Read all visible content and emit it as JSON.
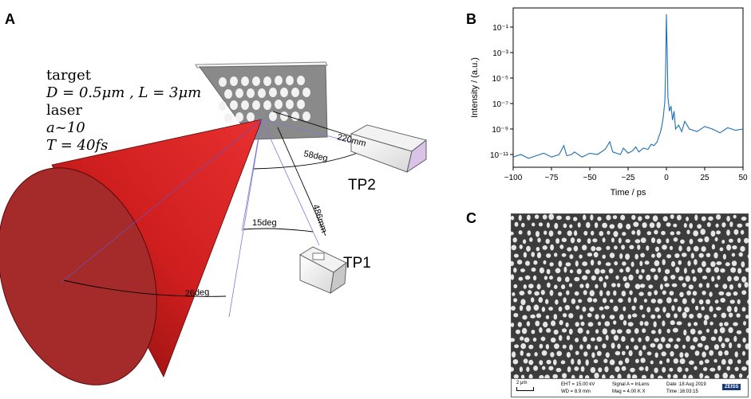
{
  "panels": {
    "a": "A",
    "b": "B",
    "c": "C"
  },
  "params": {
    "target": "target",
    "dim_line": "D = 0.5μm , L = 3μm",
    "laser": "laser",
    "a0_line": "a~10",
    "t_line": "T = 40fs"
  },
  "diagram": {
    "tp1": "TP1",
    "tp2": "TP2",
    "d220": "220mm",
    "d58": "58deg",
    "d486": "486mm",
    "d15": "15deg",
    "d26": "26deg"
  },
  "chart_data": {
    "type": "line",
    "xlabel": "Time / ps",
    "ylabel": "Intensity / (a.u.)",
    "xlim": [
      -100,
      50
    ],
    "ylim_log10": [
      -12,
      0.5
    ],
    "yscale": "log",
    "xticks": [
      -100,
      -75,
      -50,
      -25,
      0,
      25,
      50
    ],
    "xtick_labels": [
      "−100",
      "−75",
      "−50",
      "−25",
      "0",
      "25",
      "50"
    ],
    "yticks_log10": [
      -11,
      -9,
      -7,
      -5,
      -3,
      -1
    ],
    "ytick_labels": [
      "10⁻¹¹",
      "10⁻⁹",
      "10⁻⁷",
      "10⁻⁵",
      "10⁻³",
      "10⁻¹"
    ],
    "series_color": "#1f6fb2",
    "series": [
      {
        "x": [
          -100,
          -95,
          -90,
          -85,
          -80,
          -75,
          -70,
          -67,
          -65,
          -62,
          -60,
          -55,
          -50,
          -45,
          -40,
          -37,
          -35,
          -30,
          -28,
          -25,
          -22,
          -20,
          -18,
          -15,
          -12,
          -10,
          -8,
          -6,
          -5,
          -4,
          -3,
          -2,
          -1,
          -0.5,
          0,
          0.5,
          1,
          2,
          3,
          4,
          5,
          6,
          8,
          10,
          12,
          15,
          20,
          25,
          30,
          35,
          40,
          45,
          50
        ],
        "log10y": [
          -11.2,
          -11.0,
          -11.3,
          -11.1,
          -10.9,
          -11.2,
          -11.0,
          -10.3,
          -11.1,
          -11.0,
          -10.8,
          -11.2,
          -10.9,
          -11.0,
          -10.6,
          -10.0,
          -10.8,
          -11.0,
          -10.5,
          -10.9,
          -10.7,
          -10.4,
          -10.8,
          -10.5,
          -10.6,
          -10.2,
          -10.3,
          -10.0,
          -9.6,
          -9.3,
          -8.8,
          -8.0,
          -6.8,
          -4.5,
          0.0,
          -3.0,
          -6.5,
          -7.6,
          -7.2,
          -8.3,
          -7.6,
          -9.0,
          -8.7,
          -9.2,
          -8.4,
          -9.0,
          -9.2,
          -8.8,
          -9.0,
          -9.3,
          -8.9,
          -9.1,
          -9.0
        ]
      }
    ]
  },
  "sem": {
    "scale": "2 μm",
    "eht": "EHT = 15.00 kV",
    "wd": "WD = 8.9 mm",
    "signal": "Signal A = InLens",
    "mag": "Mag = 4.00 K X",
    "date": "Date :18 Aug 2019",
    "time": "Time :16:03:15",
    "brand": "ZEISS"
  }
}
